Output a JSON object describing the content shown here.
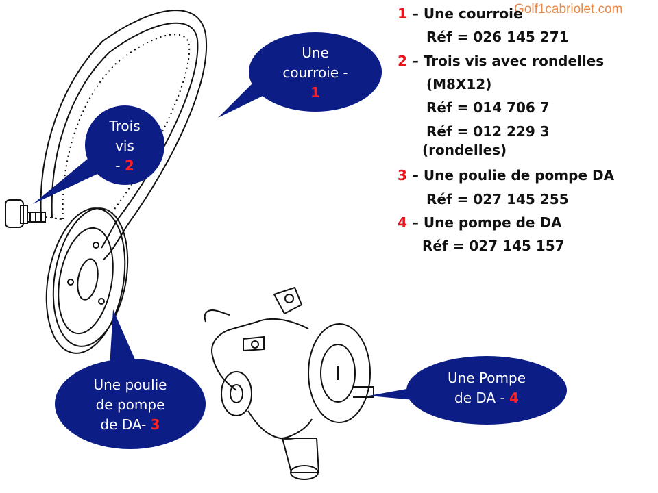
{
  "watermark": "Golf1cabriolet.com",
  "parts": [
    {
      "number": "1",
      "name": "– Une courroie",
      "refs": [
        "Réf = 026 145 271"
      ]
    },
    {
      "number": "2",
      "name": "– Trois vis avec rondelles",
      "detail": "(M8X12)",
      "refs": [
        "Réf = 014 706 7",
        "Réf = 012 229 3"
      ],
      "note": "(rondelles)"
    },
    {
      "number": "3",
      "name": "– Une poulie de pompe DA",
      "refs": [
        "Réf =  027 145 255"
      ]
    },
    {
      "number": "4",
      "name": "– Une pompe de DA",
      "refs": [
        "Réf = 027 145 157"
      ]
    }
  ],
  "callouts": {
    "belt": {
      "lines": [
        "Une",
        "courroie -"
      ],
      "number": "1"
    },
    "screws": {
      "lines": [
        "Trois",
        "vis"
      ],
      "prefix": "- ",
      "number": "2"
    },
    "pulley": {
      "lines": [
        "Une poulie",
        "de pompe"
      ],
      "last": "de DA- ",
      "number": "3"
    },
    "pump": {
      "lines": [
        "Une Pompe"
      ],
      "last": "de DA - ",
      "number": "4"
    }
  },
  "colors": {
    "bubble": "#0c1d85",
    "number_red": "#e8141b",
    "watermark": "#e8894a"
  }
}
